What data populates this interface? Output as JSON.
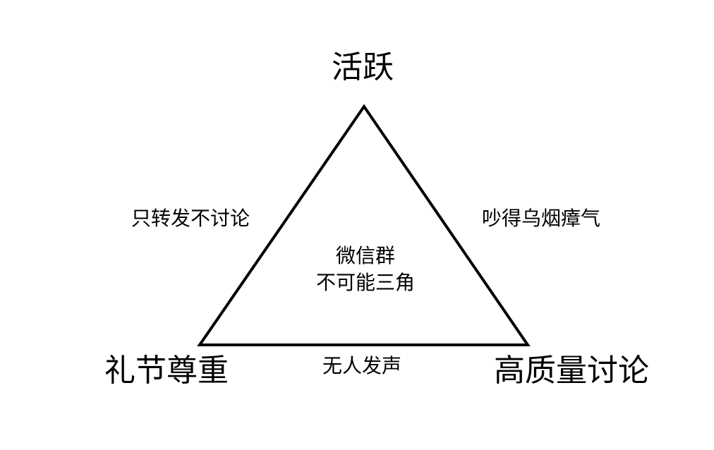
{
  "diagram": {
    "vertices": {
      "top": "活跃",
      "bottom_left": "礼节尊重",
      "bottom_right": "高质量讨论"
    },
    "edges": {
      "left": "只转发不讨论",
      "right": "吵得乌烟瘴气",
      "bottom": "无人发声"
    },
    "center": {
      "line1": "微信群",
      "line2": "不可能三角"
    }
  }
}
